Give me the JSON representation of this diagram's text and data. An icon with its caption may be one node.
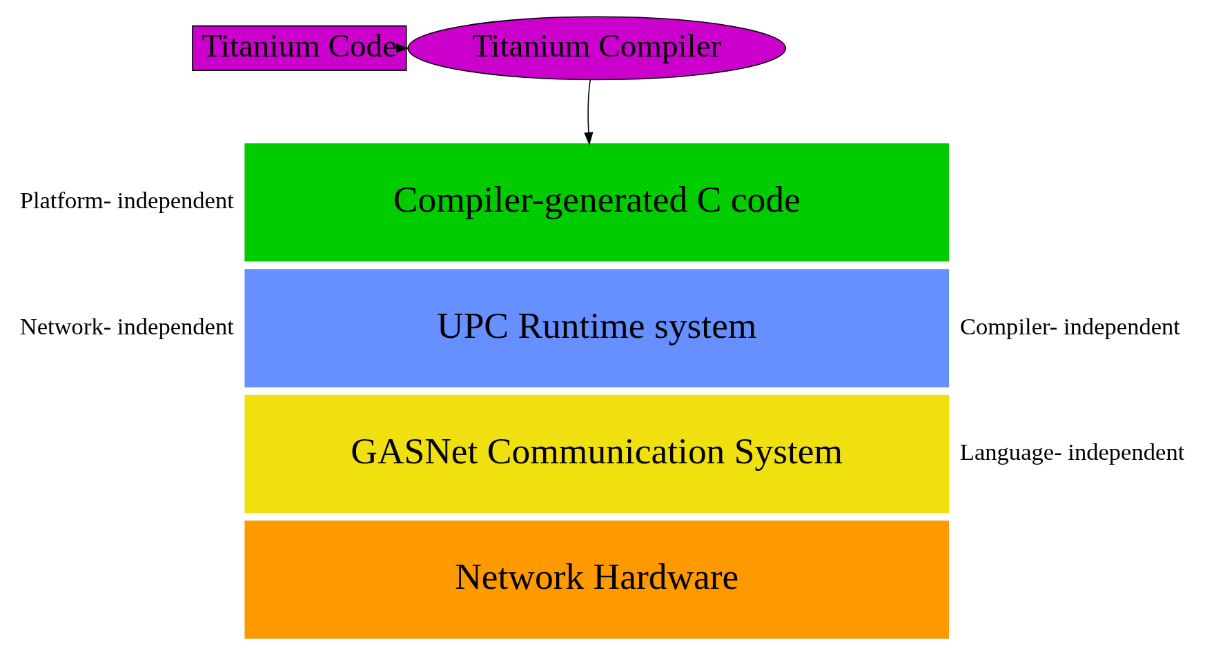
{
  "diagram": {
    "nodes": [
      {
        "text": [
          "Titanium Code"
        ]
      },
      {
        "text": [
          "Titanium Compiler"
        ]
      },
      {
        "text": [
          "Compiler-generated C code"
        ]
      },
      {
        "text": [
          "UPC Runtime system"
        ]
      },
      {
        "text": [
          "GASNet Communication System"
        ]
      },
      {
        "text": [
          "Network Hardware"
        ]
      }
    ],
    "edges": [
      {
        "from": 0,
        "to": 1,
        "arrow": "to"
      },
      {
        "from": 1,
        "to": 2,
        "arrow": "to"
      }
    ],
    "labels": [
      "Platform- independent",
      "Network- independent",
      "Compiler- independent",
      "Language- independent"
    ]
  }
}
